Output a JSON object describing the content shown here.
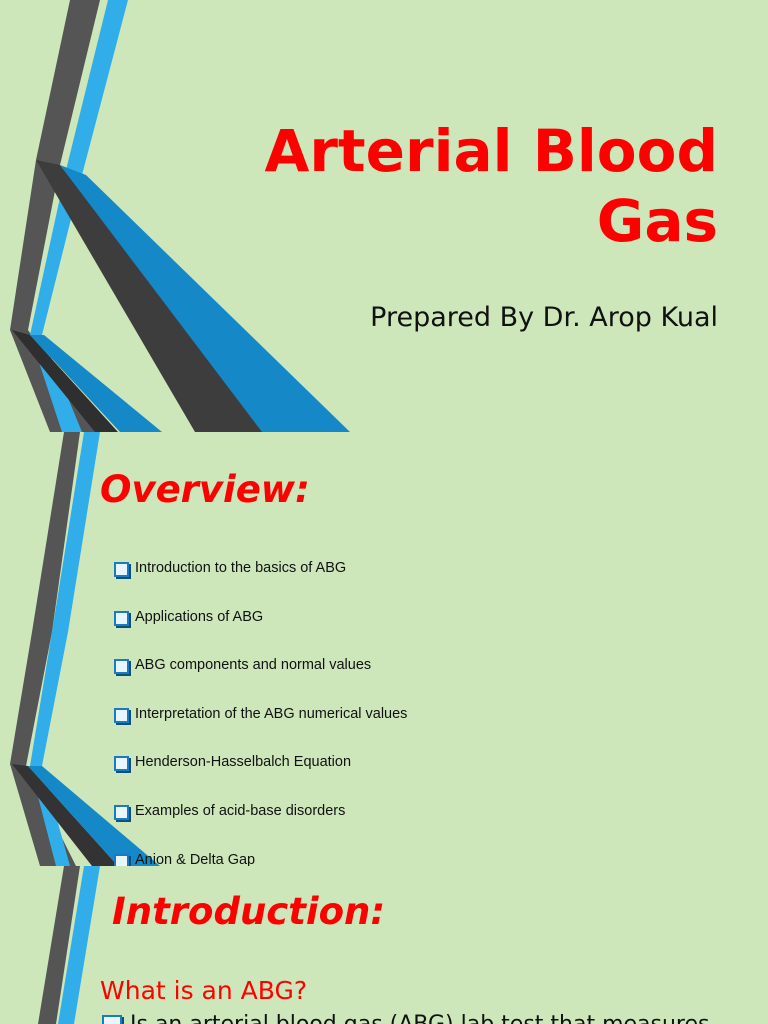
{
  "slides": {
    "title": {
      "heading_line1": "Arterial Blood",
      "heading_line2": "Gas",
      "subtitle": "Prepared By Dr. Arop Kual"
    },
    "overview": {
      "heading": "Overview:",
      "items": [
        "Introduction to the basics of ABG",
        "Applications of ABG",
        "ABG components and normal values",
        "Interpretation of the ABG numerical values",
        "Henderson-Hasselbalch Equation",
        "Examples of acid-base disorders",
        "Anion & Delta Gap"
      ]
    },
    "introduction": {
      "heading": "Introduction:",
      "question": "What is an ABG?",
      "first_line": "Is an arterial blood gas (ABG) lab test that measures"
    }
  },
  "colors": {
    "background": "#cde7bb",
    "heading_red": "#ff0000",
    "stripe_dark": "#4a4a4a",
    "stripe_blue": "#2ea8e6",
    "stripe_deep_blue": "#1589c8"
  },
  "icons": {
    "bullet": "checkbox-square-icon"
  }
}
